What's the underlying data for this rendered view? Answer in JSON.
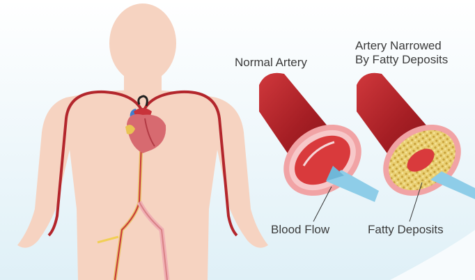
{
  "labels": {
    "normal_artery": "Normal Artery",
    "narrowed_line1": "Artery Narrowed",
    "narrowed_line2": "By Fatty Deposits",
    "blood_flow": "Blood Flow",
    "fatty_deposits": "Fatty Deposits"
  },
  "colors": {
    "background": "#eaf5fa",
    "body_silhouette": "#f6d3c1",
    "artery_outer": "#b3262c",
    "artery_wall": "#f1a3a5",
    "artery_lumen": "#d93a3c",
    "fatty_deposit": "#e8c96a",
    "flow_arrow": "#8ecde8",
    "leg_artery": "#f0b0b4"
  }
}
